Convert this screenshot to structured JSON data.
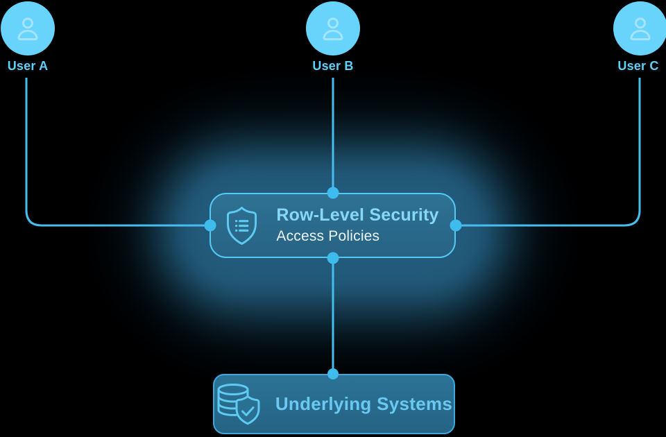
{
  "diagram": {
    "title_hint": "Row-Level Security diagram",
    "users": [
      {
        "id": "user-a",
        "label": "User A"
      },
      {
        "id": "user-b",
        "label": "User B"
      },
      {
        "id": "user-c",
        "label": "User C"
      }
    ],
    "rls_box": {
      "title": "Row-Level Security",
      "subtitle": "Access Policies",
      "icon": "shield-policy-list-icon"
    },
    "systems_box": {
      "label": "Underlying Systems",
      "icon": "database-shield-check-icon"
    },
    "colors": {
      "background": "#000000",
      "user_circle": "#68D4FC",
      "user_label": "#5ED1FB",
      "connector_line": "#47BDEE",
      "connection_dot": "#3FBCEE",
      "rls_border": "#55C8F4",
      "rls_fill": "#2A6A8C",
      "rls_title": "#87D7F9",
      "rls_subtitle": "#ECF5FA",
      "glow": "#256286",
      "systems_border": "#3BAADF",
      "systems_fill": "#2A7093",
      "systems_label": "#6AC9F0",
      "icon_stroke": "#5FCBF2"
    }
  }
}
